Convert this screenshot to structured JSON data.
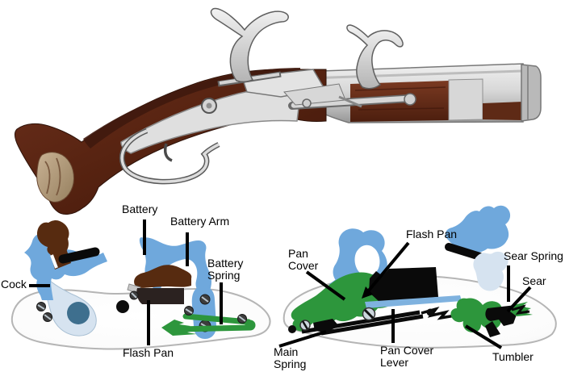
{
  "illustration": {
    "name": "flintlock-pistol-photo",
    "stock_color": "#552512",
    "barrel_color": "#c9c9c9"
  },
  "colors": {
    "blue": "#6FA8DC",
    "light_blue": "#D6E3F0",
    "steel_blue": "#3E6F8E",
    "green": "#2D963C",
    "brown": "#572B10",
    "dark": "#2B2220",
    "black": "#0A0A0A",
    "plate_outline": "#B5B5B5"
  },
  "lock_diagrams": {
    "left": {
      "labels": {
        "battery": "Battery",
        "battery_arm": "Battery Arm",
        "battery_spring": "Battery Spring",
        "cock": "Cock",
        "flash_pan": "Flash Pan"
      }
    },
    "right": {
      "labels": {
        "flash_pan": "Flash Pan",
        "pan_cover": "Pan Cover",
        "sear_spring": "Sear Spring",
        "sear": "Sear",
        "main_spring": "Main Spring",
        "pan_cover_lever": "Pan Cover Lever",
        "tumbler": "Tumbler"
      }
    }
  }
}
